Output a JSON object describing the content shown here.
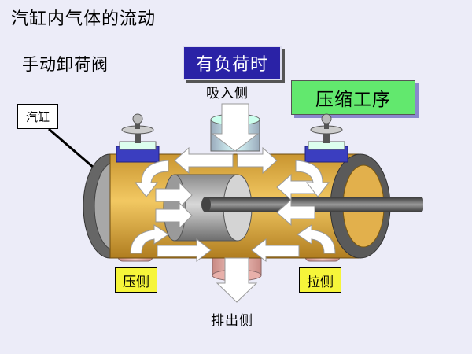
{
  "title": "汽缸内气体的流动",
  "valve_title": "手动卸荷阀",
  "state_label": "有负荷时",
  "process_label": "压缩工序",
  "cylinder_label": "汽缸",
  "suction_label": "吸入侧",
  "discharge_label": "排出侧",
  "head_side_label": "压侧",
  "crank_side_label": "拉侧",
  "colors": {
    "background": "#ececf8",
    "state_box": "#2a22a6",
    "process_box": "#62e86e",
    "side_label_box": "#f6f53a",
    "cylinder_body": "#e6b84a",
    "flow_arrow": "#ffffff",
    "valve_plate": "#3b3ec0"
  }
}
